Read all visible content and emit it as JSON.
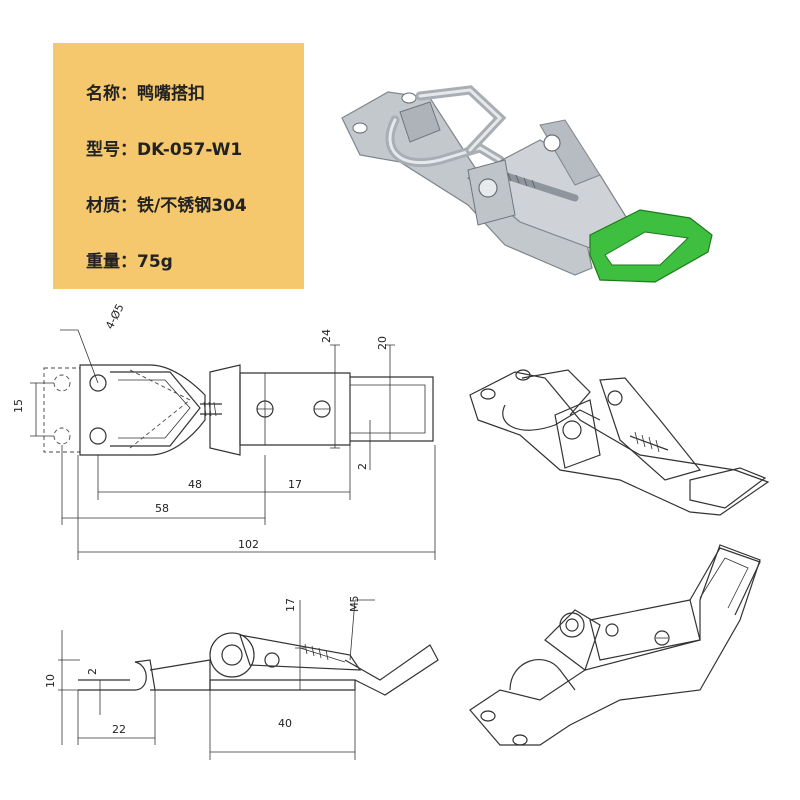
{
  "product": {
    "name_label": "名称：鸭嘴搭扣",
    "model_label": "型号：DK-057-W1",
    "material_label": "材质：铁/不锈钢304",
    "weight_label": "重量：75g"
  },
  "colors": {
    "card_bg": "#f5c86e",
    "handle_green": "#3fbf3f",
    "metal": "#b9bec4"
  },
  "dimensions_top": {
    "hole_spec": "4-Ø5",
    "d15": "15",
    "d24": "24",
    "d20": "20",
    "d2": "2",
    "d48": "48",
    "d17": "17",
    "d58": "58",
    "d102": "102"
  },
  "dimensions_side": {
    "d17": "17",
    "m5": "M5",
    "d10": "10",
    "d2": "2",
    "d22": "22",
    "d40": "40"
  }
}
